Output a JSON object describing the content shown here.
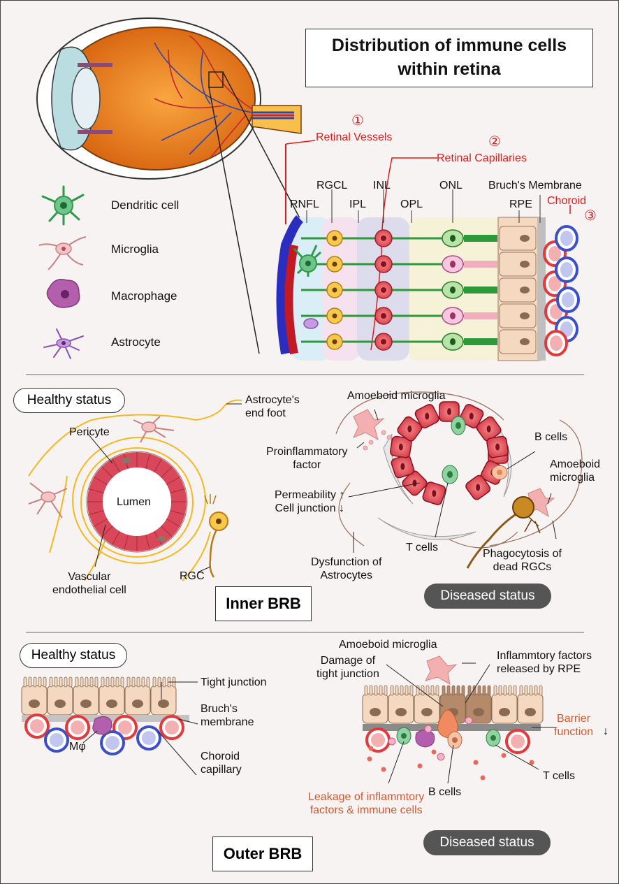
{
  "title": "Distribution of immune cells\nwithin retina",
  "legend": [
    {
      "label": "Dendritic cell",
      "icon": "dendritic-cell-icon",
      "color": "#3aa856"
    },
    {
      "label": "Microglia",
      "icon": "microglia-icon",
      "color": "#f0b8b8"
    },
    {
      "label": "Macrophage",
      "icon": "macrophage-icon",
      "color": "#b86ab0"
    },
    {
      "label": "Astrocyte",
      "icon": "astrocyte-icon",
      "color": "#9a5fc0"
    }
  ],
  "retina": {
    "markers": {
      "one": "①",
      "two": "②",
      "three": "③"
    },
    "retinal_vessels": "Retinal Vessels",
    "retinal_capillaries": "Retinal Capillaries",
    "choroid": "Choroid",
    "bruchs_membrane": "Bruch's Membrane",
    "layers": [
      "RNFL",
      "RGCL",
      "IPL",
      "INL",
      "OPL",
      "ONL",
      "RPE"
    ]
  },
  "inner_brb": {
    "title": "Inner BRB",
    "healthy": {
      "status": "Healthy status",
      "astrocyte_end_foot": "Astrocyte's\nend foot",
      "pericyte": "Pericyte",
      "lumen": "Lumen",
      "vascular_endothelial": "Vascular\nendothelial cell",
      "rgc": "RGC"
    },
    "diseased": {
      "status": "Diseased status",
      "amoeboid_microglia_top": "Amoeboid microglia",
      "proinflammatory": "Proinflammatory\nfactor",
      "permeability": "Permeability ↑\nCell junction ↓",
      "dysfunction": "Dysfunction of\nAstrocytes",
      "t_cells": "T cells",
      "b_cells": "B cells",
      "amoeboid_microglia_right": "Amoeboid\nmicroglia",
      "phagocytosis": "Phagocytosis of\ndead RGCs"
    }
  },
  "outer_brb": {
    "title": "Outer BRB",
    "healthy": {
      "status": "Healthy status",
      "tight_junction": "Tight junction",
      "bruchs_membrane": "Bruch's\nmembrane",
      "macrophage": "Mφ",
      "choroid_capillary": "Choroid\ncapillary"
    },
    "diseased": {
      "status": "Diseased status",
      "amoeboid_microglia": "Amoeboid microglia",
      "damage": "Damage of\ntight junction",
      "inflammtory_rpe": "Inflammtory factors\nreleased by RPE",
      "barrier_function": "Barrier\nfunction",
      "barrier_arrow": "↓",
      "t_cells": "T cells",
      "b_cells": "B cells",
      "leakage": "Leakage of inflammtory\nfactors & immune cells"
    }
  },
  "colors": {
    "red_label": "#e01b1b",
    "orange_label": "#d4582e",
    "eye_orange": "#f08a1c",
    "endothelial_red": "#e0606a",
    "rpe_tan": "#f4d8c0"
  }
}
